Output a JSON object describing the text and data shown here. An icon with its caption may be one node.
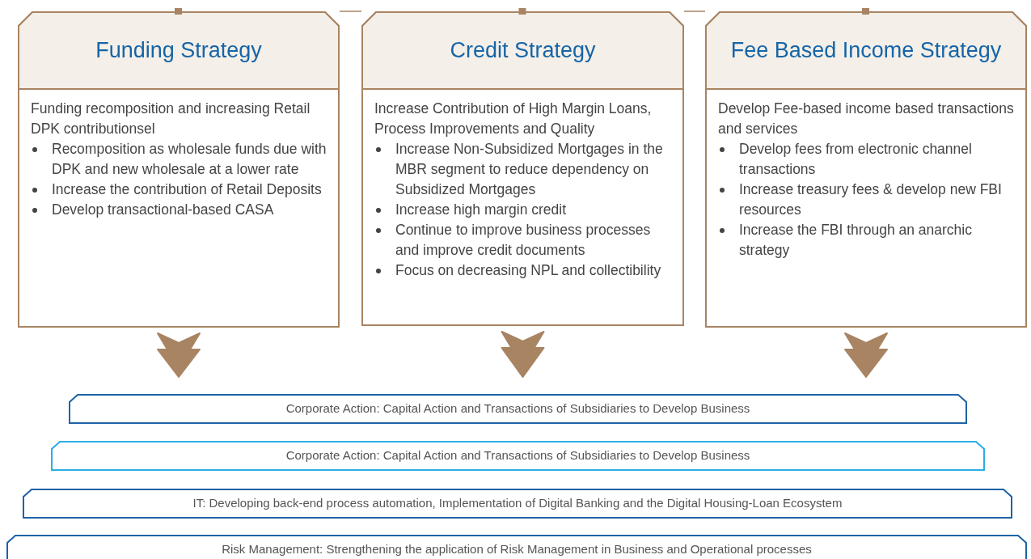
{
  "diagram": {
    "nodes": [
      {
        "text": [
          "Funding Strategy",
          "Funding recomposition and increasing Retail DPK contributionsel",
          "Recomposition as wholesale funds due with DPK and new wholesale at a lower rate",
          "Increase the contribution of Retail Deposits",
          "Develop transactional-based CASA"
        ]
      },
      {
        "text": [
          "Credit Strategy",
          "Increase Contribution of High Margin Loans, Process Improvements and Quality",
          "Increase Non-Subsidized Mortgages in the MBR segment to reduce dependency on Subsidized Mortgages",
          "Increase high margin credit",
          "Continue to improve business processes and improve credit documents",
          "Focus on decreasing NPL and collectibility"
        ]
      },
      {
        "text": [
          "Fee Based Income Strategy",
          "Develop Fee-based income based transactions and services",
          "Develop fees from electronic channel transactions",
          "Increase treasury fees & develop new FBI resources",
          "Increase the FBI through an anarchic strategy"
        ]
      },
      {
        "text": [
          "Corporate Action: Capital Action and Transactions of Subsidiaries to Develop Business"
        ]
      },
      {
        "text": [
          "Corporate Action: Capital Action and Transactions of Subsidiaries to Develop Business"
        ]
      },
      {
        "text": [
          "IT: Developing back-end process automation, Implementation of Digital Banking and the Digital Housing-Loan Ecosystem"
        ]
      },
      {
        "text": [
          "Risk Management: Strengthening the application of Risk Management in Business and Operational processes"
        ]
      }
    ],
    "edges": [
      {
        "from": 0,
        "to": 1,
        "arrow": "none"
      },
      {
        "from": 1,
        "to": 2,
        "arrow": "none"
      },
      {
        "from": 0,
        "to": 3,
        "arrow": "to",
        "style": "thick"
      },
      {
        "from": 1,
        "to": 3,
        "arrow": "to",
        "style": "thick"
      },
      {
        "from": 2,
        "to": 3,
        "arrow": "to",
        "style": "thick"
      }
    ]
  }
}
